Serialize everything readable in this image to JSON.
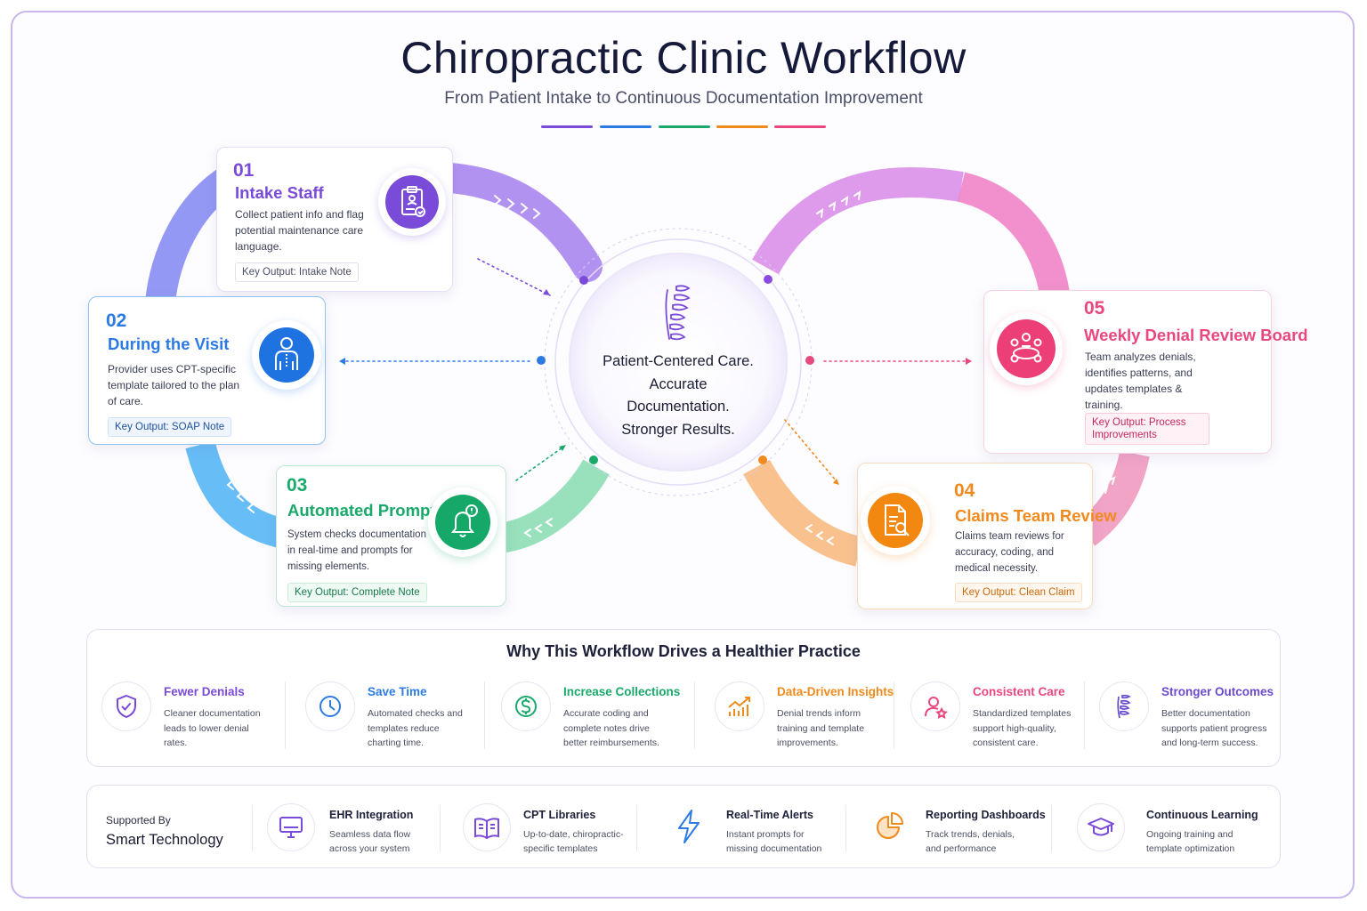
{
  "header": {
    "title": "Chiropractic Clinic Workflow",
    "subtitle": "From Patient Intake to Continuous Documentation Improvement"
  },
  "colors": {
    "purple": "#7a4ad8",
    "blue": "#2c7be5",
    "green": "#1aa96b",
    "orange": "#f08a1c",
    "pink": "#e8487d"
  },
  "center": {
    "text": "Patient-Centered Care. Accurate Documentation. Stronger Results.",
    "icon": "spine-icon"
  },
  "steps": [
    {
      "num": "01",
      "title": "Intake Staff",
      "desc": "Collect patient info and flag potential maintenance care language.",
      "output": "Key Output: Intake Note",
      "icon": "clipboard-icon"
    },
    {
      "num": "02",
      "title": "During the Visit",
      "desc": "Provider uses CPT-specific template tailored to the plan of care.",
      "output": "Key Output: SOAP Note",
      "icon": "body-icon"
    },
    {
      "num": "03",
      "title": "Automated Prompts",
      "desc": "System checks documentation in real-time and prompts for missing elements.",
      "output": "Key Output: Complete Note",
      "icon": "bell-alert-icon"
    },
    {
      "num": "04",
      "title": "Claims Team Review",
      "desc": "Claims team reviews for accuracy, coding, and medical necessity.",
      "output": "Key Output: Clean Claim",
      "icon": "document-search-icon"
    },
    {
      "num": "05",
      "title": "Weekly Denial Review Board",
      "desc": "Team analyzes denials, identifies patterns, and updates templates & training.",
      "output": "Key Output: Process Improvements",
      "icon": "meeting-icon"
    }
  ],
  "benefits": {
    "title": "Why This Workflow Drives a Healthier Practice",
    "items": [
      {
        "name": "Fewer Denials",
        "desc": "Cleaner documentation leads to lower denial rates.",
        "icon": "shield-check-icon",
        "color": "#7a4ad8"
      },
      {
        "name": "Save Time",
        "desc": "Automated checks and templates reduce charting time.",
        "icon": "clock-icon",
        "color": "#2c7be5"
      },
      {
        "name": "Increase Collections",
        "desc": "Accurate coding and complete notes drive better reimbursements.",
        "icon": "dollar-icon",
        "color": "#1aa96b"
      },
      {
        "name": "Data-Driven Insights",
        "desc": "Denial trends inform training and template improvements.",
        "icon": "chart-trend-icon",
        "color": "#f08a1c"
      },
      {
        "name": "Consistent Care",
        "desc": "Standardized templates support high-quality, consistent care.",
        "icon": "user-star-icon",
        "color": "#e8487d"
      },
      {
        "name": "Stronger Outcomes",
        "desc": "Better documentation supports patient progress and long-term success.",
        "icon": "spine-icon",
        "color": "#6a4bd0"
      }
    ]
  },
  "tech": {
    "label_top": "Supported By",
    "label_main": "Smart Technology",
    "items": [
      {
        "name": "EHR  Integration",
        "desc": "Seamless data flow across your system",
        "icon": "monitor-icon"
      },
      {
        "name": "CPT Libraries",
        "desc": "Up-to-date, chiropractic-specific templates",
        "icon": "book-icon"
      },
      {
        "name": "Real-Time Alerts",
        "desc": "Instant prompts for missing documentation",
        "icon": "lightning-icon"
      },
      {
        "name": "Reporting Dashboards",
        "desc": "Track trends, denials, and performance",
        "icon": "pie-chart-icon"
      },
      {
        "name": "Continuous Learning",
        "desc": "Ongoing training and template optimization",
        "icon": "graduation-cap-icon"
      }
    ]
  }
}
